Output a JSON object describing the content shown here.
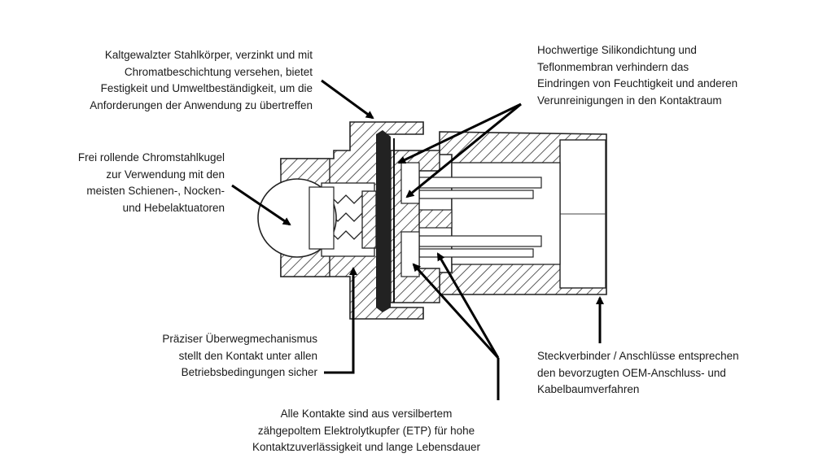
{
  "callouts": {
    "body": [
      "Kaltgewalzter Stahlkörper, verzinkt und mit",
      "Chromatbeschichtung versehen, bietet",
      "Festigkeit und Umweltbeständigkeit, um die",
      "Anforderungen der Anwendung zu übertreffen"
    ],
    "ball": [
      "Frei rollende Chromstahlkugel",
      "zur Verwendung mit den",
      "meisten Schienen-, Nocken-",
      "und Hebelaktuatoren"
    ],
    "mechanism": [
      "Präziser Überwegmechanismus",
      "stellt den Kontakt unter allen",
      "Betriebsbedingungen sicher"
    ],
    "seal": [
      "Hochwertige Silikondichtung und",
      "Teflonmembran verhindern das",
      "Eindringen von Feuchtigkeit und anderen",
      "Verunreinigungen in den Kontaktraum"
    ],
    "connector": [
      "Steckverbinder / Anschlüsse entsprechen",
      "den bevorzugten OEM-Anschluss- und",
      "Kabelbaumverfahren"
    ],
    "contacts": [
      "Alle Kontakte sind aus versilbertem",
      "zähgepoltem Elektrolytkupfer (ETP) für hohe",
      "Kontaktzuverlässigkeit und lange Lebensdauer"
    ]
  }
}
